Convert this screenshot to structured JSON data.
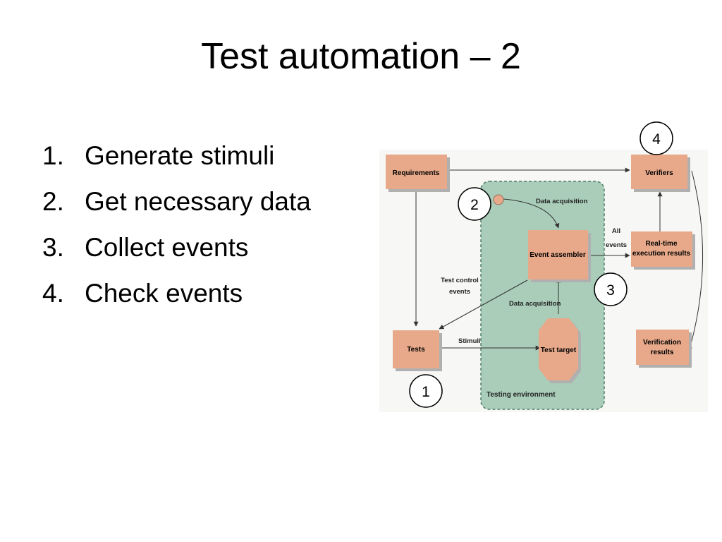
{
  "slide": {
    "title": "Test automation – 2"
  },
  "bullets": [
    {
      "number": "1.",
      "text": "Generate stimuli"
    },
    {
      "number": "2.",
      "text": "Get necessary data"
    },
    {
      "number": "3.",
      "text": "Collect events"
    },
    {
      "number": "4.",
      "text": "Check events"
    }
  ],
  "diagram": {
    "boxes": {
      "requirements": "Requirements",
      "verifiers": "Verifiers",
      "event_assembler": "Event assembler",
      "realtime_line1": "Real-time",
      "realtime_line2": "execution results",
      "tests": "Tests",
      "test_target": "Test target",
      "verification_line1": "Verification",
      "verification_line2": "results"
    },
    "labels": {
      "data_acquisition_top": "Data acquisition",
      "data_acquisition_mid": "Data acquisition",
      "all_events_line1": "All",
      "all_events_line2": "events",
      "test_control_line1": "Test control",
      "test_control_line2": "events",
      "stimuli": "Stimuli",
      "testing_environment": "Testing environment"
    },
    "markers": {
      "m1": "1",
      "m2": "2",
      "m3": "3",
      "m4": "4"
    },
    "colors": {
      "box_fill": "#e8a98a",
      "box_shadow": "#b0b0b0",
      "environment_fill": "#a9cdb9",
      "environment_border": "#4f7f66",
      "line": "#333333"
    }
  }
}
